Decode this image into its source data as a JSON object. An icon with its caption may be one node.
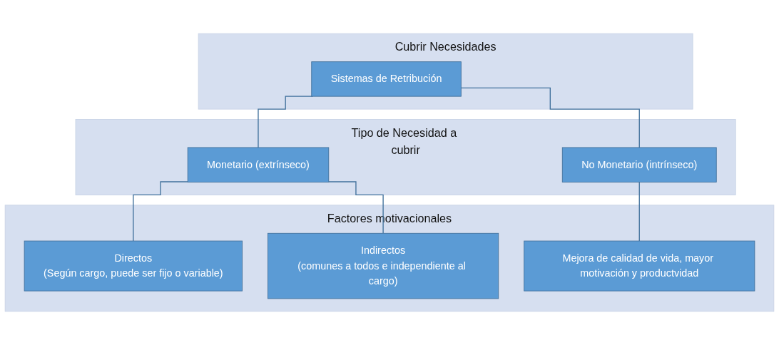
{
  "diagram": {
    "nodes": [
      {
        "text": [
          "Cubrir Necesidades"
        ]
      },
      {
        "text": [
          "Sistemas de Retribución"
        ],
        "in": 0
      },
      {
        "text": [
          "Tipo de Necesidad a cubrir"
        ]
      },
      {
        "text": [
          "Monetario (extrínseco)"
        ],
        "in": 2
      },
      {
        "text": [
          "No Monetario (intrínseco)"
        ],
        "in": 2
      },
      {
        "text": [
          "Factores motivacionales"
        ]
      },
      {
        "text": [
          "Directos",
          "(Según cargo, puede ser fijo o variable)"
        ],
        "in": 5
      },
      {
        "text": [
          "Indirectos",
          "(comunes a todos e independiente al cargo)"
        ],
        "in": 5
      },
      {
        "text": [
          "Mejora de calidad de vida, mayor motivación y productvidad"
        ],
        "in": 5
      }
    ],
    "edges": [
      {
        "from": 1,
        "to": 3,
        "arrow": "none"
      },
      {
        "from": 1,
        "to": 4,
        "arrow": "none"
      },
      {
        "from": 3,
        "to": 6,
        "arrow": "none"
      },
      {
        "from": 3,
        "to": 7,
        "arrow": "none"
      },
      {
        "from": 4,
        "to": 8,
        "arrow": "none"
      }
    ]
  }
}
